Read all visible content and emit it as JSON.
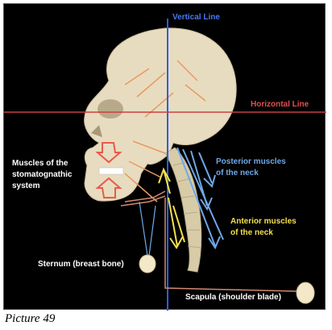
{
  "figure": {
    "colors": {
      "background": "#000000",
      "skull": "#e8dcc0",
      "vertical_line": "#2b5ee6",
      "horizontal_line": "#c94040",
      "posterior": "#6fa8e8",
      "anterior": "#f4e04d",
      "stomatognathic": "#e85a4a",
      "cord": "#d08a70",
      "white_label": "#ffffff"
    },
    "labels": {
      "vertical_line": "Vertical Line",
      "horizontal_line": "Horizontal Line",
      "stomatognathic_line1": "Muscles of the",
      "stomatognathic_line2": "stomatognathic",
      "stomatognathic_line3": "system",
      "posterior_line1": "Posterior muscles",
      "posterior_line2": "of the neck",
      "anterior_line1": "Anterior muscles",
      "anterior_line2": "of the neck",
      "sternum": "Sternum (breast bone)",
      "scapula": "Scapula (shoulder blade)"
    }
  },
  "caption": "Picture 49"
}
